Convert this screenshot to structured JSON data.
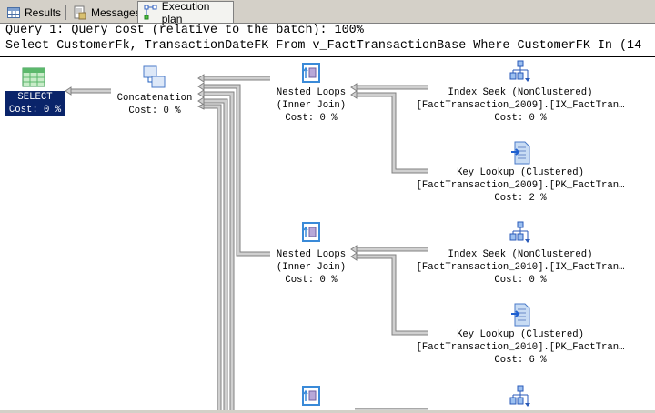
{
  "tabs": [
    {
      "label": "Results",
      "icon": "grid-icon"
    },
    {
      "label": "Messages",
      "icon": "document-icon"
    },
    {
      "label": "Execution plan",
      "icon": "plan-icon",
      "active": true
    }
  ],
  "header": {
    "line1": "Query 1: Query cost (relative to the batch): 100%",
    "line2": "Select CustomerFk, TransactionDateFK From v_FactTransactionBase Where CustomerFK In (14"
  },
  "nodes": {
    "select": {
      "name": "SELECT",
      "cost": "Cost: 0 %"
    },
    "concat": {
      "name": "Concatenation",
      "cost": "Cost: 0 %"
    },
    "nl1": {
      "name": "Nested Loops",
      "sub": "(Inner Join)",
      "cost": "Cost: 0 %"
    },
    "seek1": {
      "name": "Index Seek (NonClustered)",
      "obj": "[FactTransaction_2009].[IX_FactTran…",
      "cost": "Cost: 0 %"
    },
    "lookup1": {
      "name": "Key Lookup (Clustered)",
      "obj": "[FactTransaction_2009].[PK_FactTran…",
      "cost": "Cost: 2 %"
    },
    "nl2": {
      "name": "Nested Loops",
      "sub": "(Inner Join)",
      "cost": "Cost: 0 %"
    },
    "seek2": {
      "name": "Index Seek (NonClustered)",
      "obj": "[FactTransaction_2010].[IX_FactTran…",
      "cost": "Cost: 0 %"
    },
    "lookup2": {
      "name": "Key Lookup (Clustered)",
      "obj": "[FactTransaction_2010].[PK_FactTran…",
      "cost": "Cost: 6 %"
    }
  }
}
